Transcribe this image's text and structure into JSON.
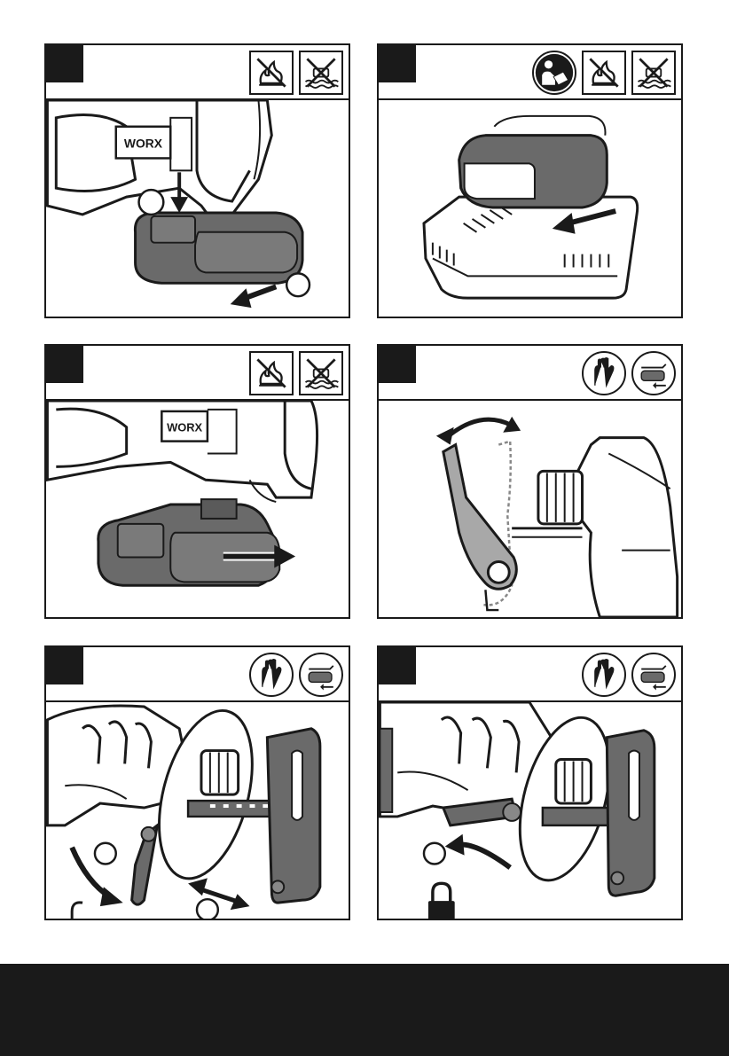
{
  "brand": {
    "logo_text": "WORX"
  },
  "colors": {
    "ink": "#1a1a1a",
    "battery_gray": "#6a6a6a",
    "shoe_gray": "#a8a8a8",
    "footer": "#1a1a1a"
  },
  "panels": [
    {
      "id": 1,
      "icons": [
        "no-fire-icon",
        "no-water-icon"
      ]
    },
    {
      "id": 2,
      "icons": [
        "read-manual-icon",
        "no-fire-icon",
        "no-water-icon"
      ]
    },
    {
      "id": 3,
      "icons": [
        "no-fire-icon",
        "no-water-icon"
      ]
    },
    {
      "id": 4,
      "icons": [
        "gloves-icon",
        "remove-battery-icon"
      ]
    },
    {
      "id": 5,
      "icons": [
        "gloves-icon",
        "remove-battery-icon"
      ]
    },
    {
      "id": 6,
      "icons": [
        "gloves-icon",
        "remove-battery-icon"
      ]
    }
  ]
}
